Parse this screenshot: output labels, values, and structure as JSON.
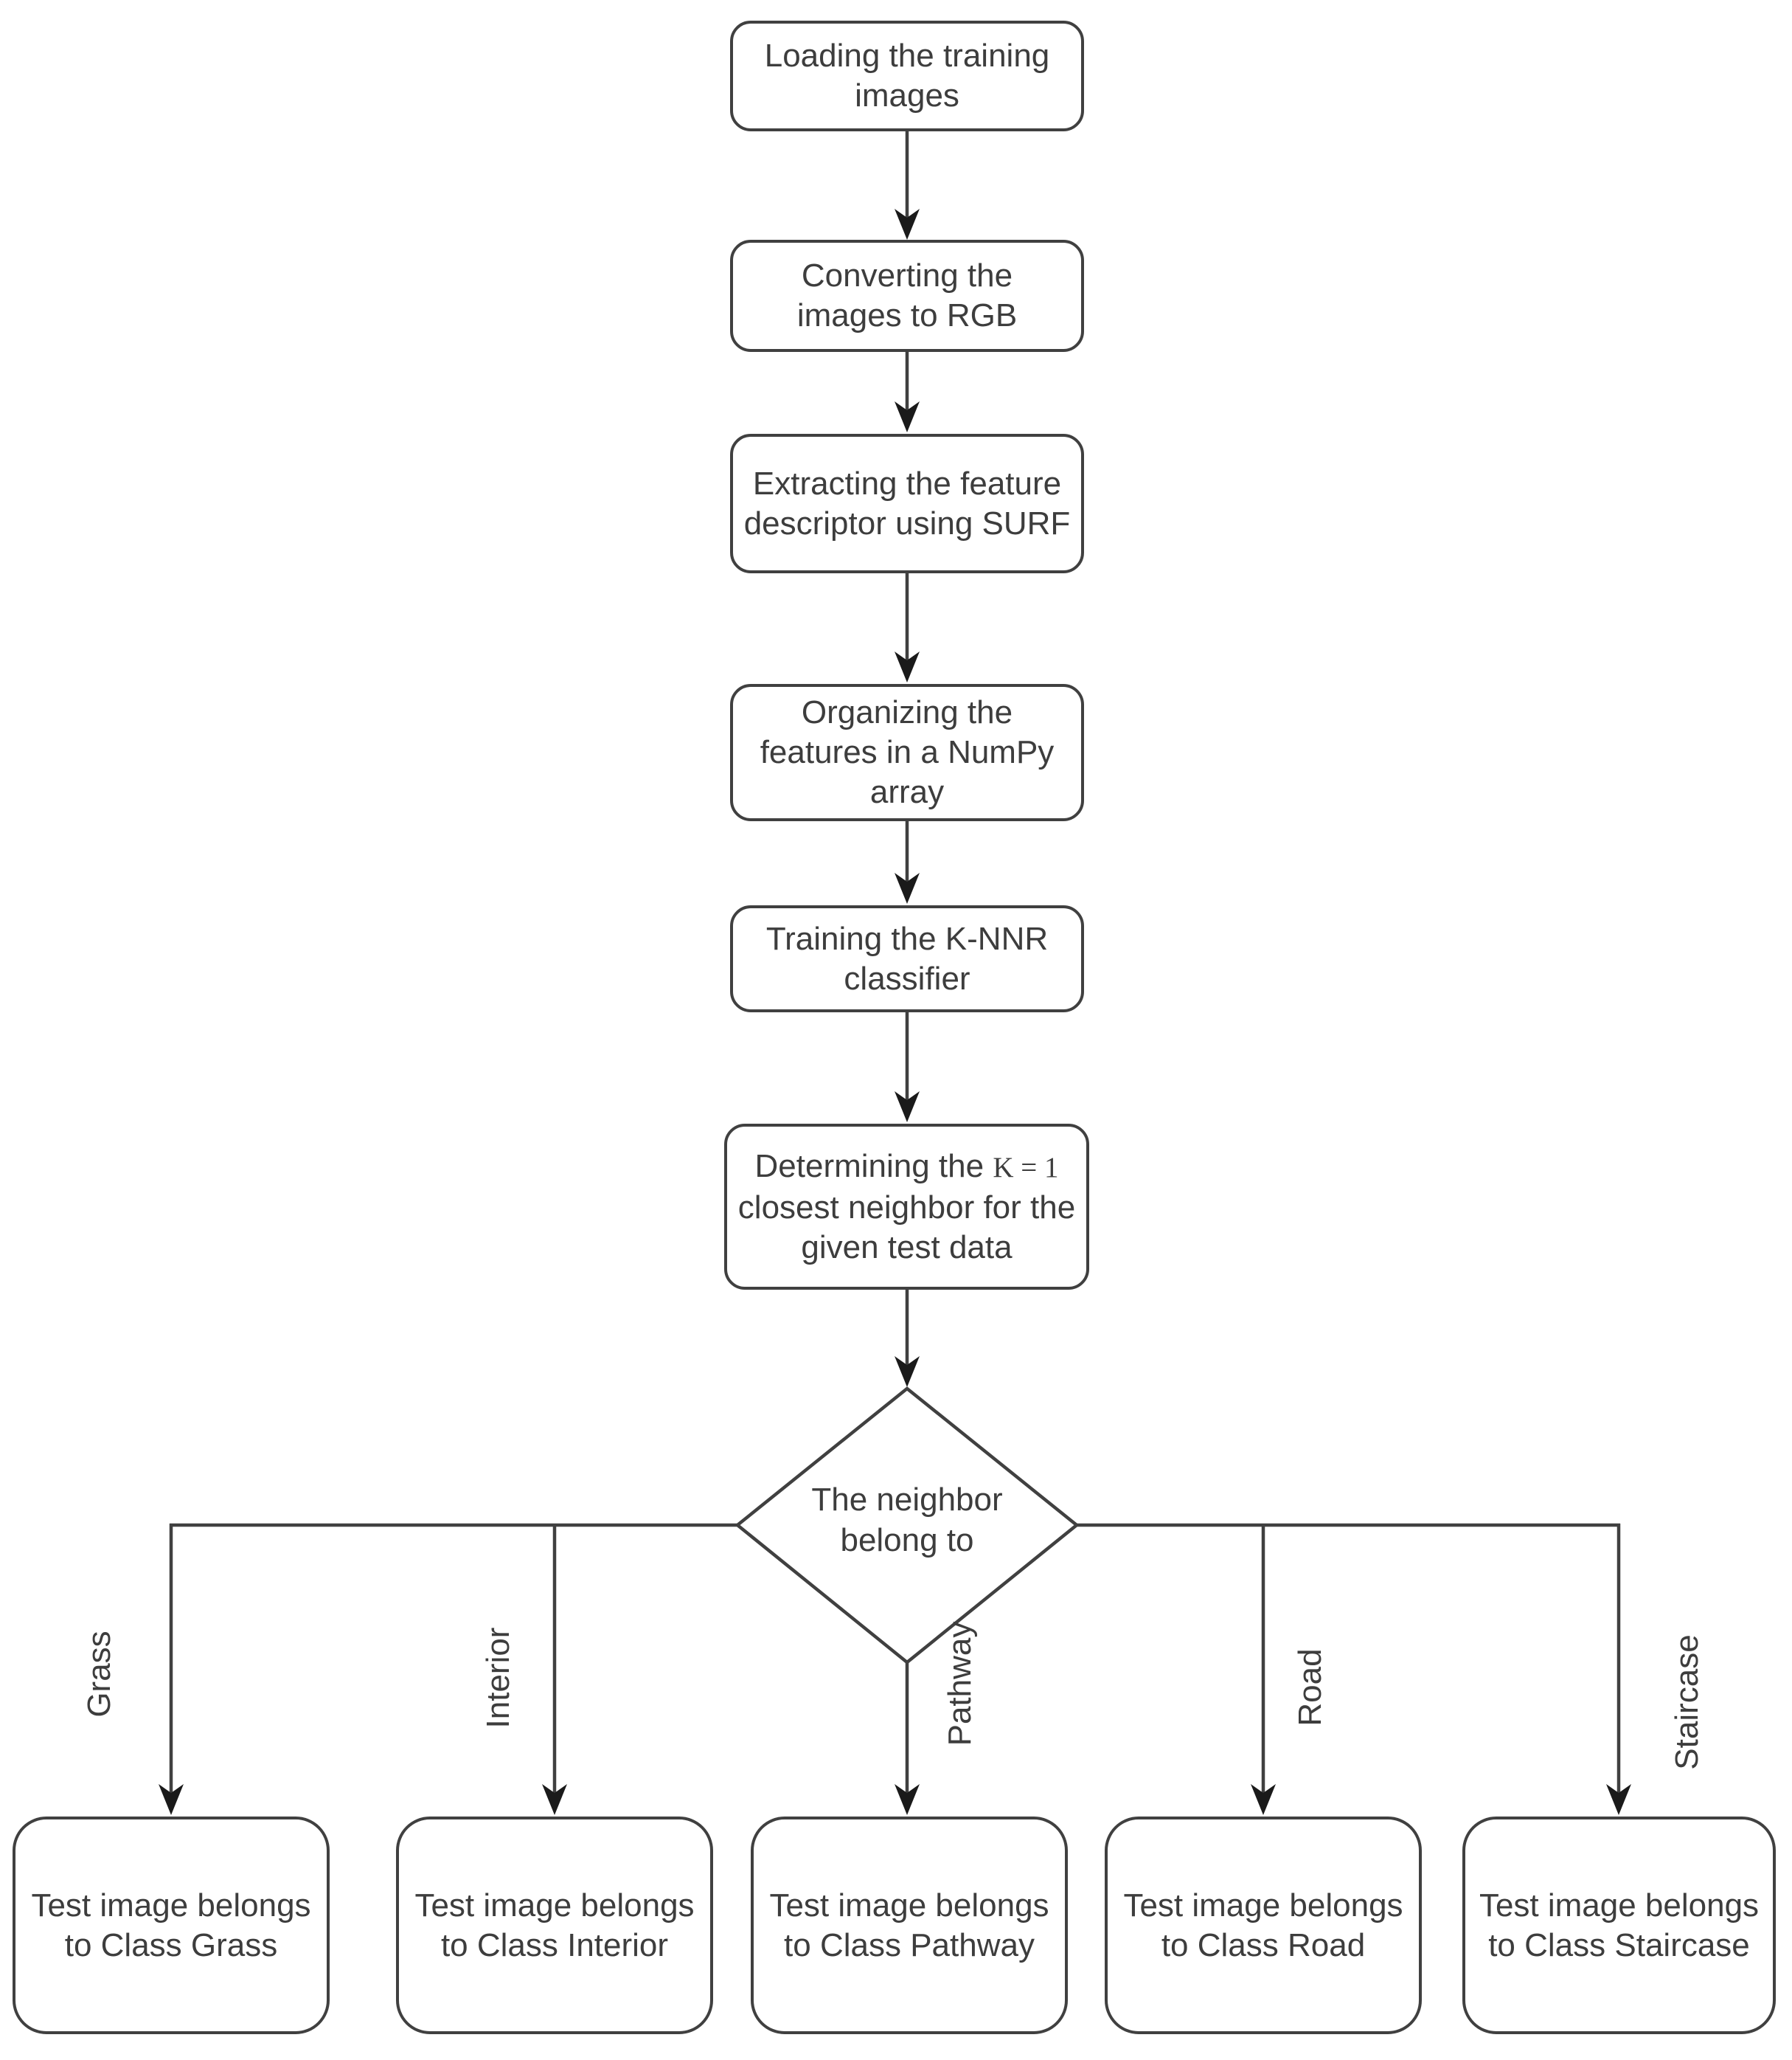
{
  "diagram": {
    "background": "#ffffff",
    "stroke_color": "#404040",
    "text_color": "#3d3d3d",
    "steps": [
      {
        "name": "loading-training-images",
        "lines": [
          "Loading the training",
          "images"
        ]
      },
      {
        "name": "converting-images-to-rgb",
        "lines": [
          "Converting the",
          "images to RGB"
        ]
      },
      {
        "name": "extracting-surf-features",
        "lines": [
          "Extracting the feature",
          "descriptor using SURF"
        ]
      },
      {
        "name": "organizing-numpy-array",
        "lines": [
          "Organizing the",
          "features in a NumPy",
          "array"
        ]
      },
      {
        "name": "training-knnr-classifier",
        "lines": [
          "Training the K-NNR",
          "classifier"
        ]
      },
      {
        "name": "determining-closest-neighbor",
        "line1_prefix": "Determining the ",
        "line1_math": "K = 1",
        "line2": "closest neighbor for the",
        "line3": "given test data"
      }
    ],
    "decision": {
      "lines": [
        "The neighbor",
        "belong to"
      ]
    },
    "branches": [
      {
        "label": "Grass",
        "result_lines": [
          "Test image belongs",
          "to Class Grass"
        ]
      },
      {
        "label": "Interior",
        "result_lines": [
          "Test image belongs",
          "to Class Interior"
        ]
      },
      {
        "label": "Pathway",
        "result_lines": [
          "Test image belongs",
          "to Class Pathway"
        ]
      },
      {
        "label": "Road",
        "result_lines": [
          "Test image belongs",
          "to Class Road"
        ]
      },
      {
        "label": "Staircase",
        "result_lines": [
          "Test image belongs",
          "to Class Staircase"
        ]
      }
    ]
  }
}
